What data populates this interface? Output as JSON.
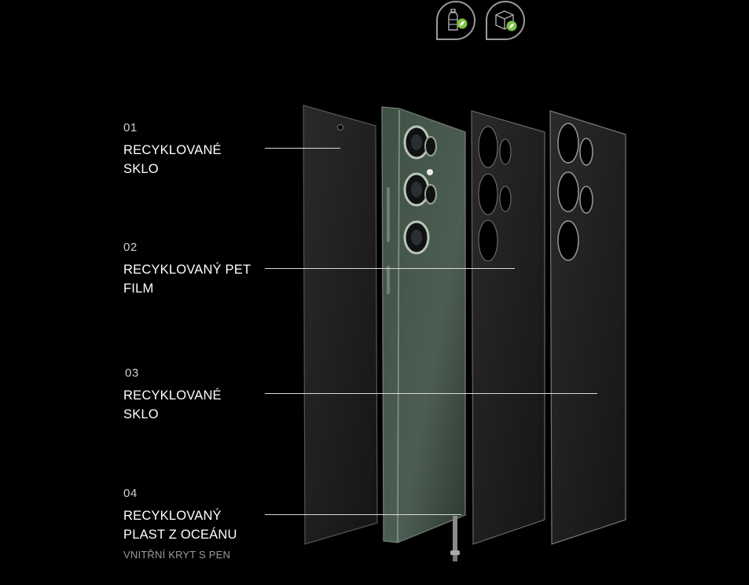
{
  "badges": [
    {
      "icon": "recycled-bottle-icon"
    },
    {
      "icon": "recycled-box-icon"
    }
  ],
  "layers": [
    {
      "number": "01",
      "title_line1": "RECYKLOVANÉ",
      "title_line2": "SKLO",
      "subtitle": ""
    },
    {
      "number": "02",
      "title_line1": "RECYKLOVANÝ PET",
      "title_line2": "FILM",
      "subtitle": ""
    },
    {
      "number": "03",
      "title_line1": "RECYKLOVANÉ",
      "title_line2": "SKLO",
      "subtitle": ""
    },
    {
      "number": "04",
      "title_line1": "RECYKLOVANÝ",
      "title_line2": "PLAST Z OCEÁNU",
      "subtitle": "VNITŘNÍ KRYT S PEN"
    }
  ],
  "colors": {
    "background": "#000000",
    "badge_leaf": "#7cc242",
    "phone_body": "#3a4a40",
    "panel": "#1e1e1e"
  }
}
